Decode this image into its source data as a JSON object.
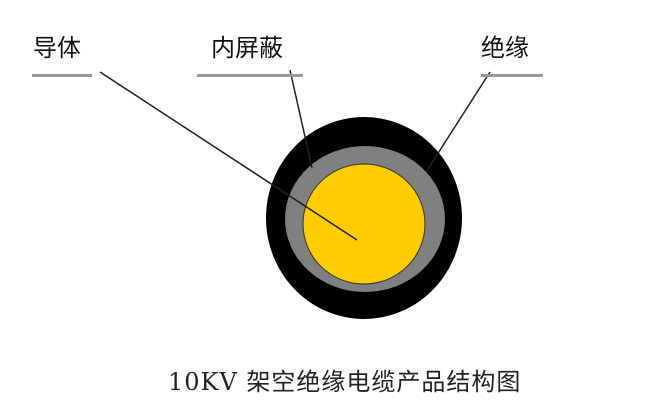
{
  "labels": {
    "conductor": "导体",
    "inner_shield": "内屏蔽",
    "insulation": "绝缘"
  },
  "caption": "10KV 架空绝缘电缆产品结构图",
  "colors": {
    "insulation": "#000000",
    "inner_shield": "#808080",
    "conductor": "#ffcc00",
    "leader": "#222222",
    "underline": "#999999"
  }
}
